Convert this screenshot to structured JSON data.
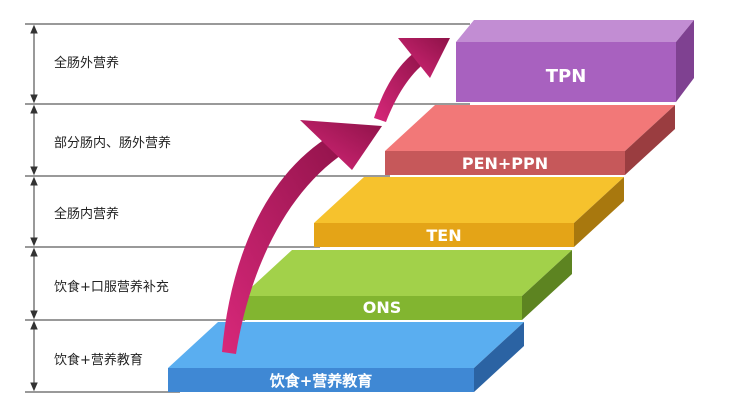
{
  "levels": [
    {
      "label": "全肠外营养"
    },
    {
      "label": "部分肠内、肠外营养"
    },
    {
      "label": "全肠内营养"
    },
    {
      "label": "饮食+口服营养补充"
    },
    {
      "label": "饮食+营养教育"
    }
  ],
  "steps": [
    {
      "label": "TPN",
      "top": "#c28dd3",
      "front": "#a861bf",
      "side": "#7f4191"
    },
    {
      "label": "PEN+PPN",
      "top": "#f27878",
      "front": "#c6585a",
      "side": "#9a3d40"
    },
    {
      "label": "TEN",
      "top": "#f6c22d",
      "front": "#e4a417",
      "side": "#a8780e"
    },
    {
      "label": "ONS",
      "top": "#a2d14a",
      "front": "#82b530",
      "side": "#5d8421"
    },
    {
      "label": "饮食+营养教育",
      "top": "#5aaef0",
      "front": "#3f88d4",
      "side": "#2b63a3"
    }
  ],
  "colors": {
    "arrow": "#b5195c",
    "arrow_dark": "#7d0f3f",
    "line": "#333333"
  }
}
